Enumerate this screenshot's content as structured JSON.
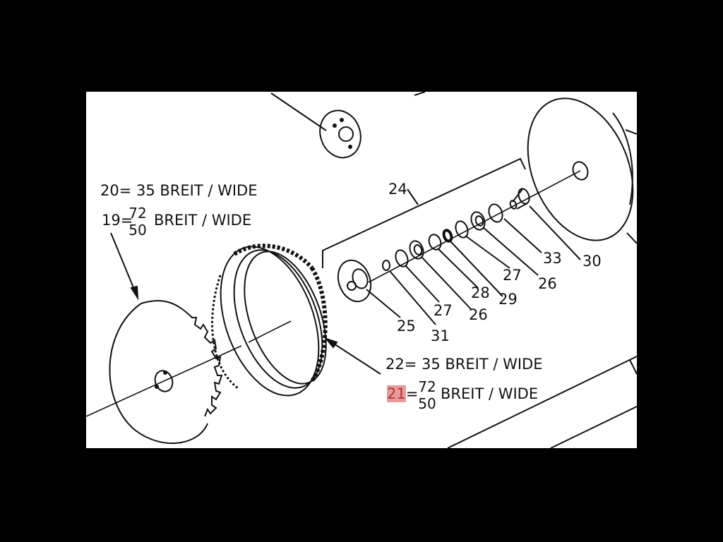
{
  "labels": {
    "l20": "20= 35 BREIT / WIDE",
    "l19_prefix": "19=",
    "l19_num": "72",
    "l19_den": "50",
    "l19_suffix": "BREIT / WIDE",
    "l22": "22= 35 BREIT / WIDE",
    "l21_prefix": "21",
    "l21_eq": "=",
    "l21_num": "72",
    "l21_den": "50",
    "l21_suffix": "BREIT / WIDE",
    "l24": "24",
    "l25": "25",
    "l31": "31",
    "l27a": "27",
    "l26a": "26",
    "l28": "28",
    "l29": "29",
    "l27b": "27",
    "l26b": "26",
    "l33": "33",
    "l30": "30"
  },
  "colors": {
    "line": "#111111",
    "highlight": "#e89a9a",
    "background": "#ffffff",
    "frame": "#000000"
  }
}
